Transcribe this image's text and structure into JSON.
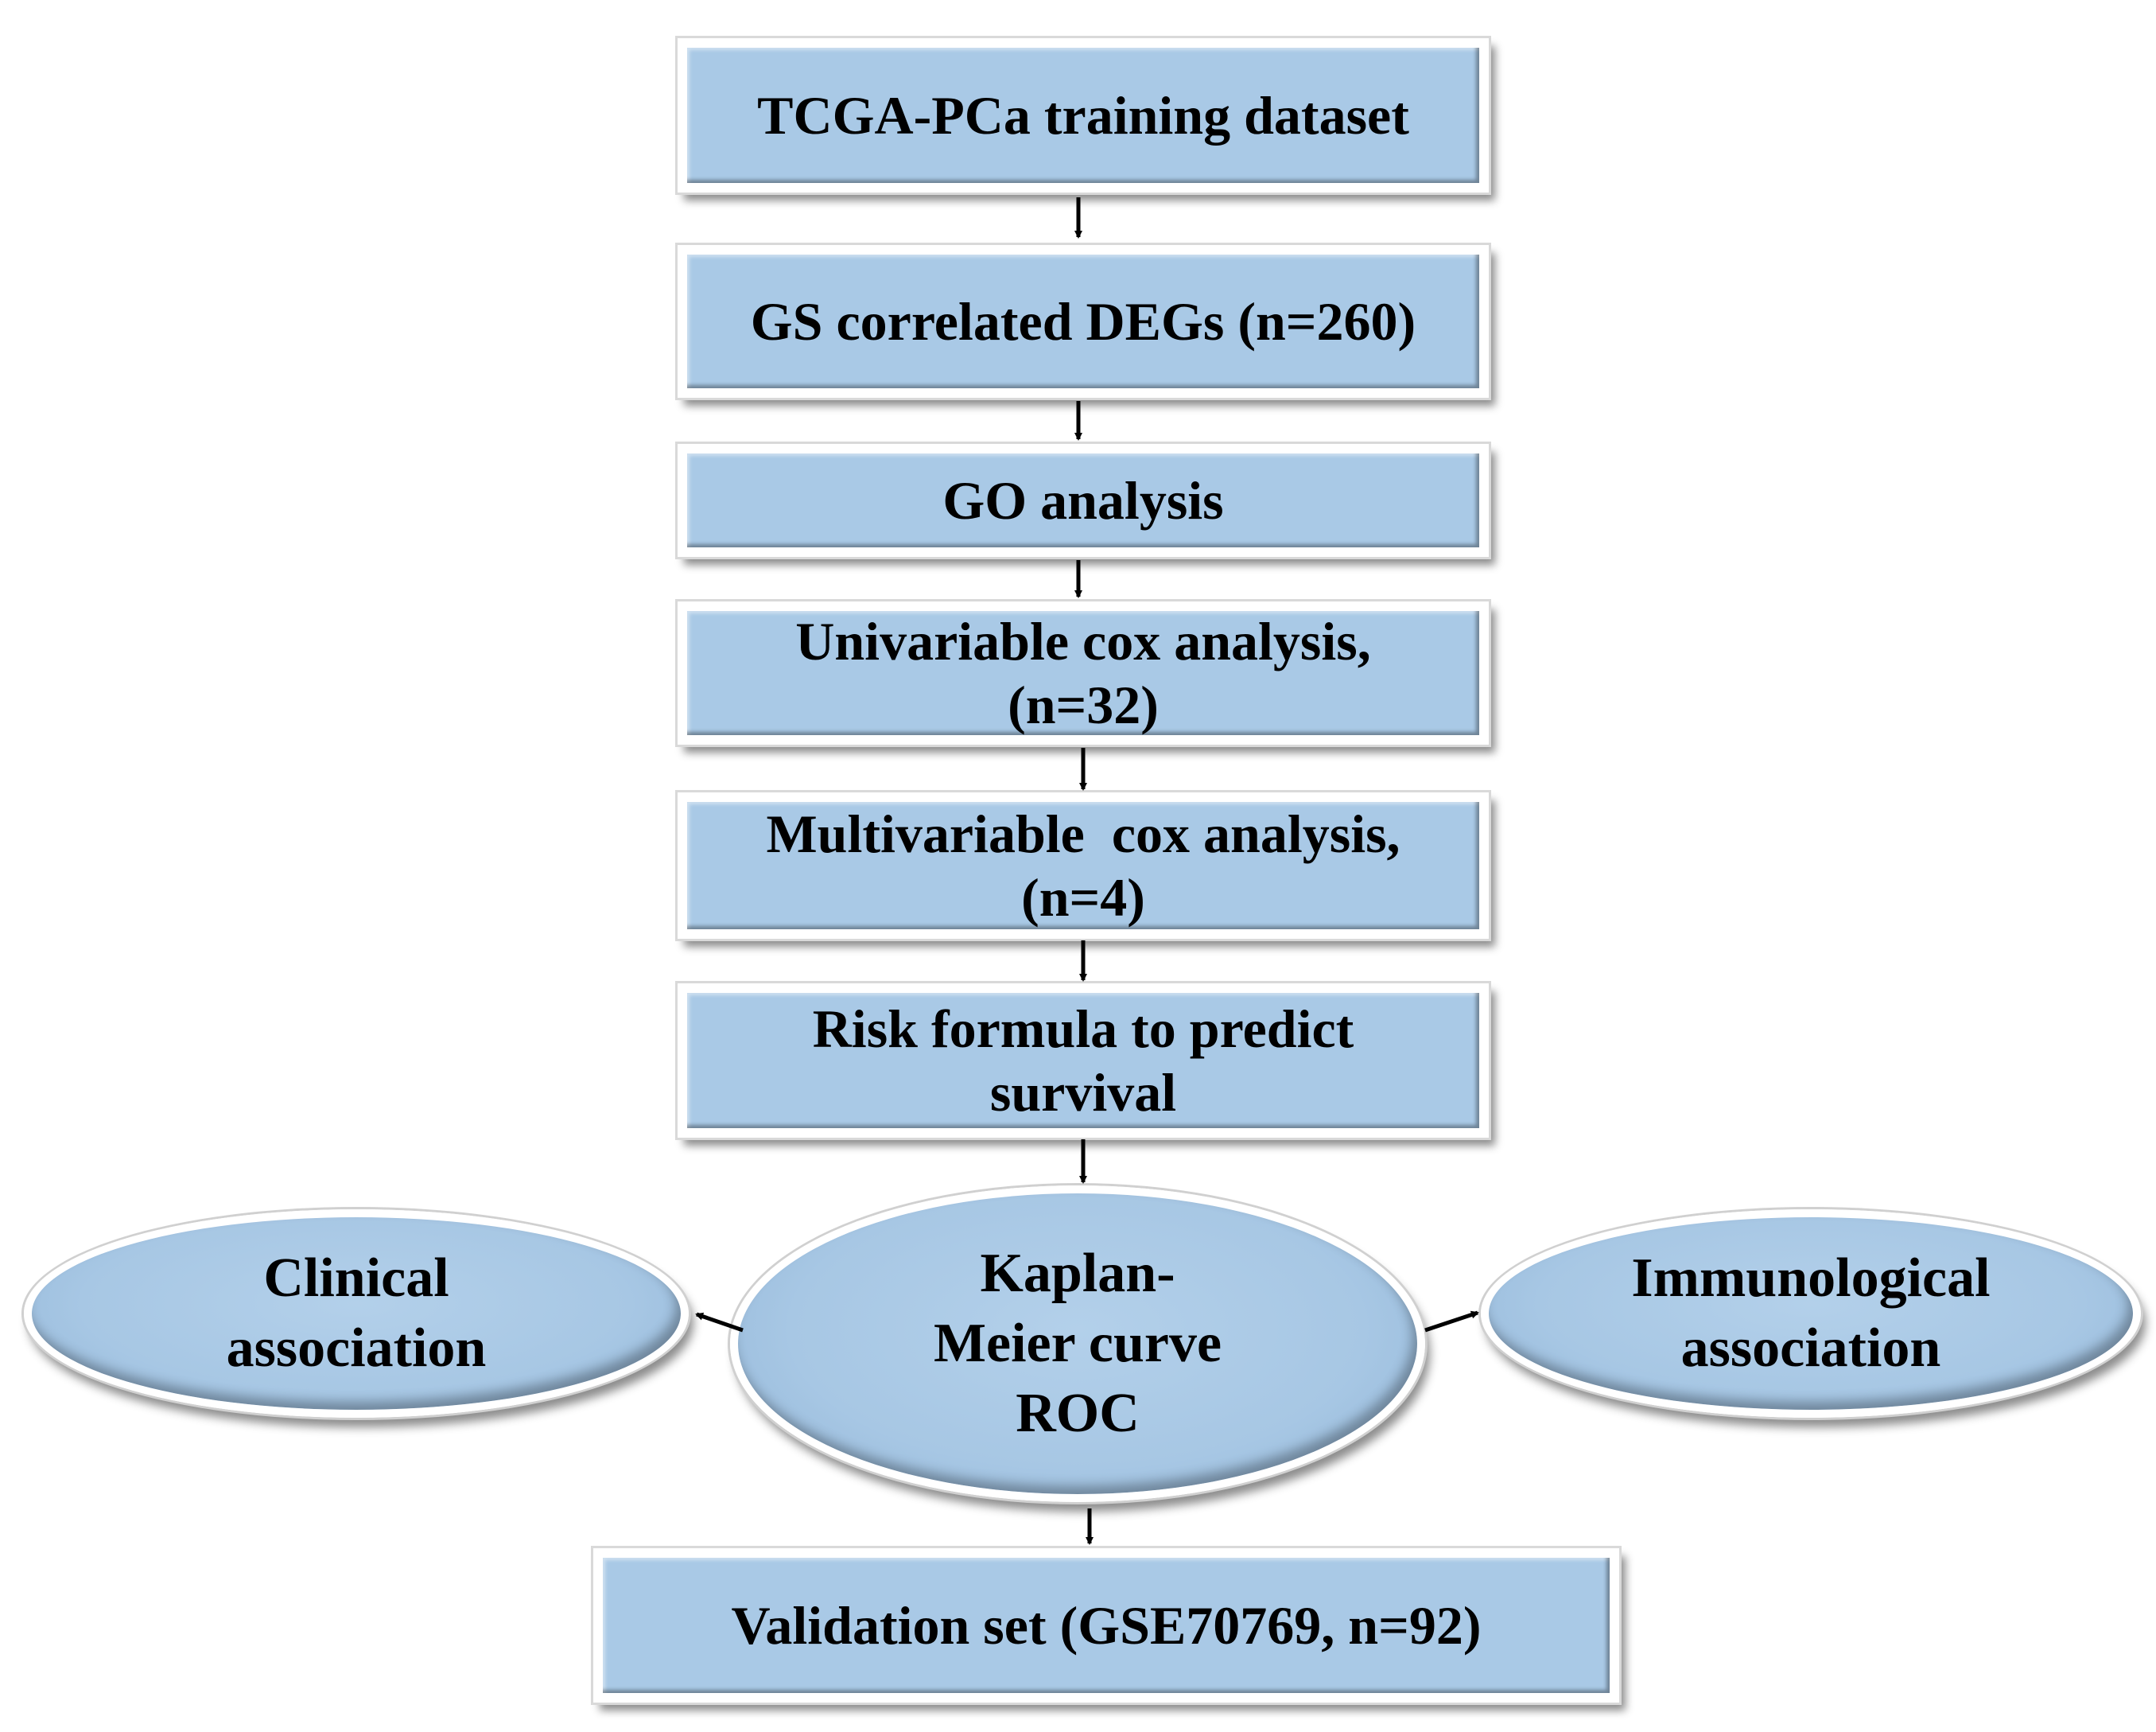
{
  "nodes": {
    "training_dataset": {
      "lines": [
        "TCGA-PCa training dataset"
      ]
    },
    "deg": {
      "lines": [
        "GS correlated DEGs (n=260)"
      ]
    },
    "go": {
      "lines": [
        "GO analysis"
      ]
    },
    "univariable": {
      "lines": [
        "Univariable cox analysis,",
        "(n=32)"
      ]
    },
    "multivariable": {
      "lines": [
        "Multivariable  cox analysis,",
        "(n=4)"
      ]
    },
    "risk_formula": {
      "lines": [
        "Risk formula to predict",
        "survival"
      ]
    },
    "km_roc": {
      "lines": [
        "Kaplan-",
        "Meier curve",
        "ROC"
      ]
    },
    "clinical": {
      "lines": [
        "Clinical",
        "association"
      ]
    },
    "immunological": {
      "lines": [
        "Immunological",
        "association"
      ]
    },
    "validation": {
      "lines": [
        "Validation set (GSE70769, n=92)"
      ]
    }
  },
  "edges": [
    {
      "from": "training_dataset",
      "to": "deg"
    },
    {
      "from": "deg",
      "to": "go"
    },
    {
      "from": "go",
      "to": "univariable"
    },
    {
      "from": "univariable",
      "to": "multivariable"
    },
    {
      "from": "multivariable",
      "to": "risk_formula"
    },
    {
      "from": "risk_formula",
      "to": "km_roc"
    },
    {
      "from": "km_roc",
      "to": "clinical"
    },
    {
      "from": "km_roc",
      "to": "immunological"
    },
    {
      "from": "km_roc",
      "to": "validation"
    }
  ],
  "colors": {
    "node_fill": "#a9c9e6",
    "node_border": "#ffffff",
    "arrow": "#000000",
    "text": "#000000"
  }
}
